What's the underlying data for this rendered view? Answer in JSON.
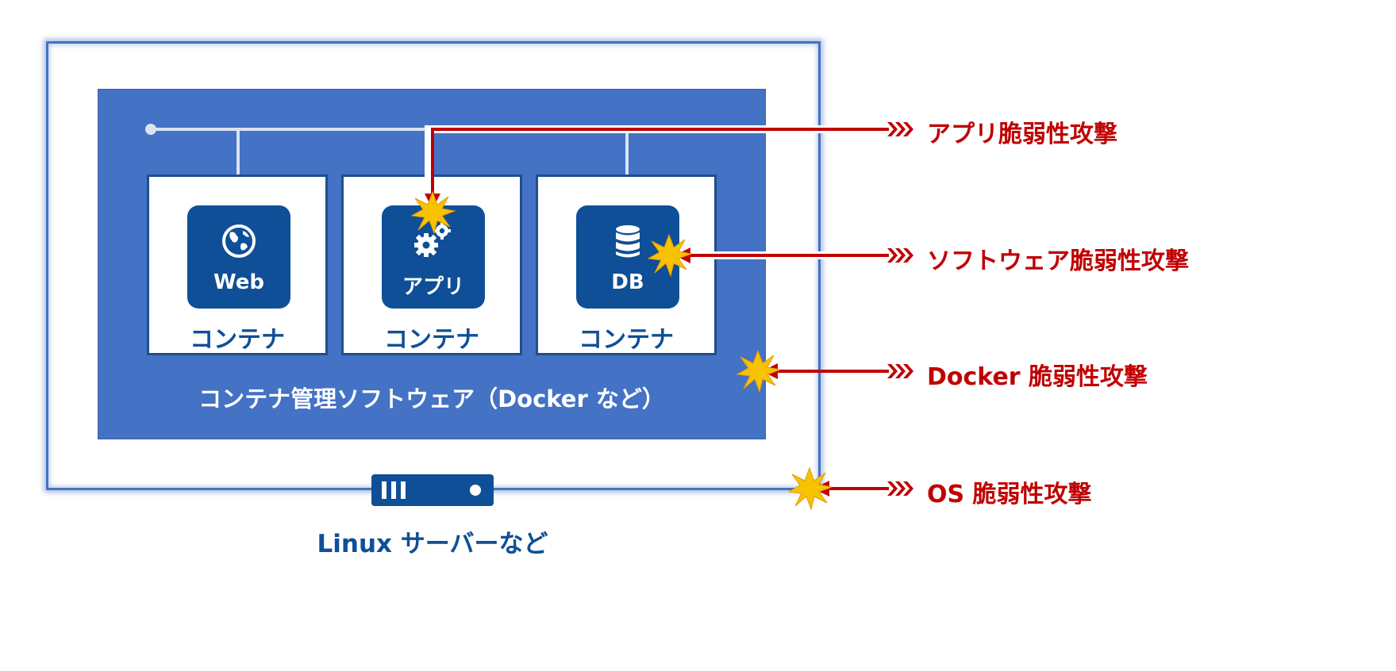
{
  "containers": [
    {
      "icon": "globe-icon",
      "tile_label": "Web",
      "label": "コンテナ"
    },
    {
      "icon": "gears-icon",
      "tile_label": "アプリ",
      "label": "コンテナ"
    },
    {
      "icon": "database-icon",
      "tile_label": "DB",
      "label": "コンテナ"
    }
  ],
  "docker_label": "コンテナ管理ソフトウェア（Docker など）",
  "server_label": "Linux サーバーなど",
  "attacks": [
    {
      "label": "アプリ脆弱性攻撃"
    },
    {
      "label": "ソフトウェア脆弱性攻撃"
    },
    {
      "label": "Docker 脆弱性攻撃"
    },
    {
      "label": "OS 脆弱性攻撃"
    }
  ],
  "colors": {
    "frame": "#4472c4",
    "docker_fill": "#4472c4",
    "tile": "#0f4f97",
    "attack": "#c00000",
    "burst": "#f7c200",
    "network": "#d9e3f3"
  }
}
